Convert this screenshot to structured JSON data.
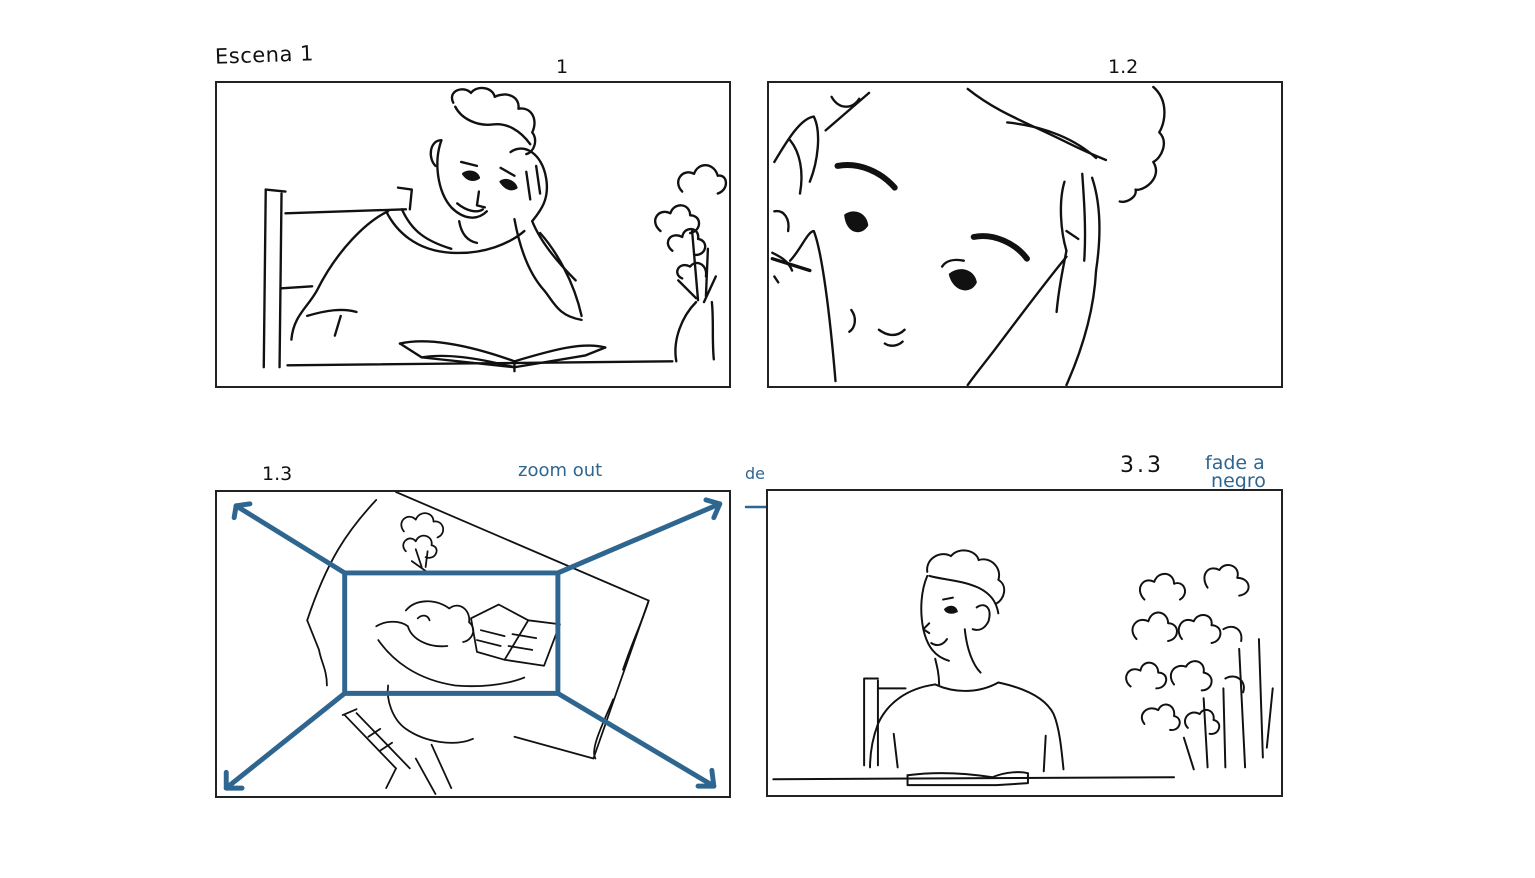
{
  "scene_title": "Escena 1",
  "panels": [
    {
      "label": "1"
    },
    {
      "label": "1.2"
    },
    {
      "label": "1.3",
      "note": "zoom out"
    },
    {
      "label": "3.3",
      "note": "fade a\n negro"
    }
  ],
  "transition_note": "de",
  "colors": {
    "ink": "#111111",
    "annotation_blue": "#2f6690",
    "frame_border": "#222222",
    "background": "#ffffff"
  }
}
